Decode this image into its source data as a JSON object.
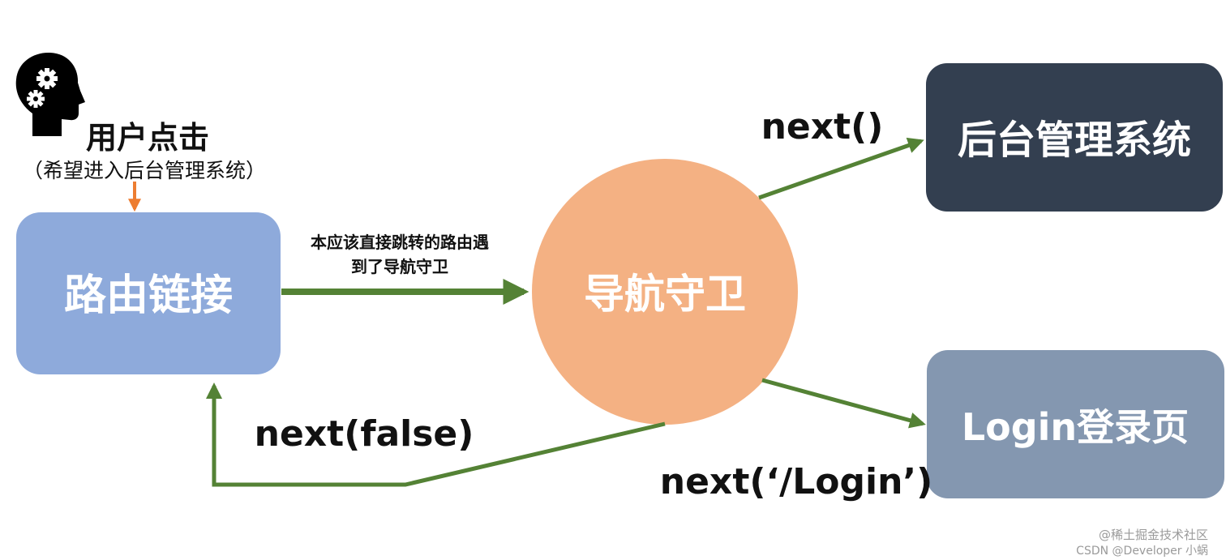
{
  "user": {
    "title": "用户点击",
    "subtitle": "（希望进入后台管理系统）",
    "icon": "head-gears-icon"
  },
  "nodes": {
    "route_link": {
      "label": "路由链接",
      "color": "#8eaadb"
    },
    "guard": {
      "label": "导航守卫",
      "color": "#f4b183"
    },
    "admin": {
      "label": "后台管理系统",
      "color": "#333f50"
    },
    "login": {
      "label": "Login登录页",
      "color": "#8497b0"
    }
  },
  "edges": {
    "link_to_guard": {
      "label_line1": "本应该直接跳转的路由遇",
      "label_line2": "到了导航守卫"
    },
    "guard_to_admin": {
      "label": "next()"
    },
    "guard_to_login": {
      "label": "next(‘/Login’)"
    },
    "guard_to_link": {
      "label": "next(false)"
    }
  },
  "colors": {
    "arrow": "#548235",
    "user_arrow": "#ed7d31",
    "text": "#111111"
  },
  "watermark": {
    "line1": "@稀土掘金技术社区",
    "line2": "CSDN @Developer 小蜗"
  }
}
